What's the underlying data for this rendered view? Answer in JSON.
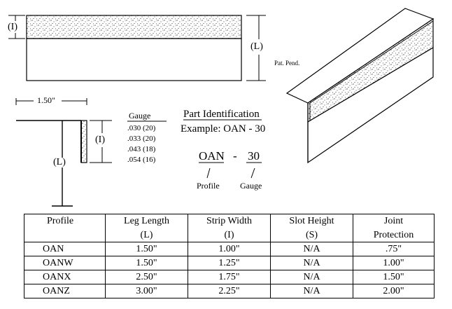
{
  "drawing": {
    "label_I": "(I)",
    "label_L": "(L)",
    "pat_pend": "Pat. Pend.",
    "dim_width": "1.50\"",
    "side_label_I": "(I)",
    "side_label_L": "(L)"
  },
  "gauge": {
    "title": "Gauge",
    "items": [
      ".030 (20)",
      ".033 (20)",
      ".043 (18)",
      ".054 (16)"
    ]
  },
  "part_id": {
    "title": "Part Identification",
    "example": "Example: OAN - 30",
    "code_profile": "OAN",
    "dash": "-",
    "code_gauge": "30",
    "profile_label": "Profile",
    "gauge_label": "Gauge"
  },
  "table": {
    "headers": [
      [
        "Profile",
        "Leg Length",
        "Strip Width",
        "Slot Height",
        "Joint"
      ],
      [
        "",
        "(L)",
        "(I)",
        "(S)",
        "Protection"
      ]
    ],
    "rows": [
      [
        "OAN",
        "1.50\"",
        "1.00\"",
        "N/A",
        ".75\""
      ],
      [
        "OANW",
        "1.50\"",
        "1.25\"",
        "N/A",
        "1.00\""
      ],
      [
        "OANX",
        "2.50\"",
        "1.75\"",
        "N/A",
        "1.50\""
      ],
      [
        "OANZ",
        "3.00\"",
        "2.25\"",
        "N/A",
        "2.00\""
      ]
    ]
  }
}
